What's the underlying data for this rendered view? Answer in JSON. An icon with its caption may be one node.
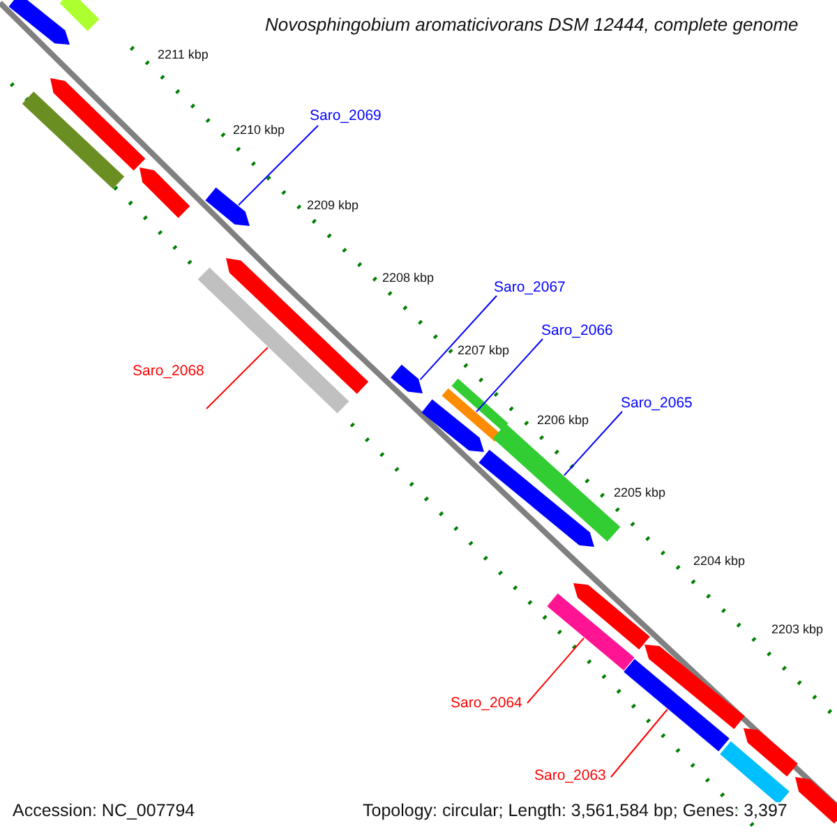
{
  "diagram": {
    "title": "Novosphingobium aromaticivorans DSM 12444, complete genome",
    "nodes": [
      {
        "text": [
          "Saro_2069"
        ]
      },
      {
        "text": [
          "Saro_2067"
        ]
      },
      {
        "text": [
          "Saro_2066"
        ]
      },
      {
        "text": [
          "Saro_2068"
        ]
      },
      {
        "text": [
          "Saro_2065"
        ]
      },
      {
        "text": [
          "Saro_2064"
        ]
      },
      {
        "text": [
          "Saro_2063"
        ]
      },
      {
        "text": [],
        "shape": "bar"
      },
      {
        "text": [],
        "shape": "bar"
      },
      {
        "text": [],
        "shape": "bar"
      },
      {
        "text": [],
        "shape": "bar"
      },
      {
        "text": [],
        "shape": "bar"
      },
      {
        "text": [],
        "shape": "bar"
      },
      {
        "text": [],
        "shape": "bar"
      },
      {
        "text": [],
        "shape": "bar"
      },
      {
        "text": [],
        "shape": "bar"
      },
      {
        "text": [],
        "shape": "bar"
      },
      {
        "text": [],
        "shape": "bar"
      },
      {
        "text": [],
        "shape": "bar"
      },
      {
        "text": [],
        "shape": "bar"
      },
      {
        "text": [],
        "shape": "bar"
      },
      {
        "text": [],
        "shape": "bar"
      },
      {
        "text": [],
        "shape": "bar"
      },
      {
        "text": [],
        "shape": "bar"
      },
      {
        "text": [],
        "shape": "bar"
      },
      {
        "text": [],
        "shape": "bar"
      },
      {
        "text": [],
        "shape": "bar"
      },
      {
        "text": [],
        "shape": "bar"
      }
    ],
    "edges": [
      {
        "from": 0,
        "to": 12,
        "arrow": "none"
      },
      {
        "from": 1,
        "to": 15,
        "arrow": "none"
      },
      {
        "from": 2,
        "to": 17,
        "arrow": "none"
      },
      {
        "from": 3,
        "to": 14,
        "arrow": "none",
        "color": "#ff0000"
      },
      {
        "from": 4,
        "to": 19,
        "arrow": "none"
      },
      {
        "from": 5,
        "to": 22,
        "arrow": "none",
        "color": "#ff0000"
      },
      {
        "from": 6,
        "to": 24,
        "arrow": "none",
        "color": "#ff0000"
      }
    ],
    "labels": [
      "2211 kbp",
      "2210 kbp",
      "2209 kbp",
      "2208 kbp",
      "2207 kbp",
      "2206 kbp",
      "2205 kbp",
      "2204 kbp",
      "2203 kbp",
      "Accession: NC_007794",
      "Topology: circular; Length: 3,561,584 bp; Genes: 3,397"
    ]
  }
}
